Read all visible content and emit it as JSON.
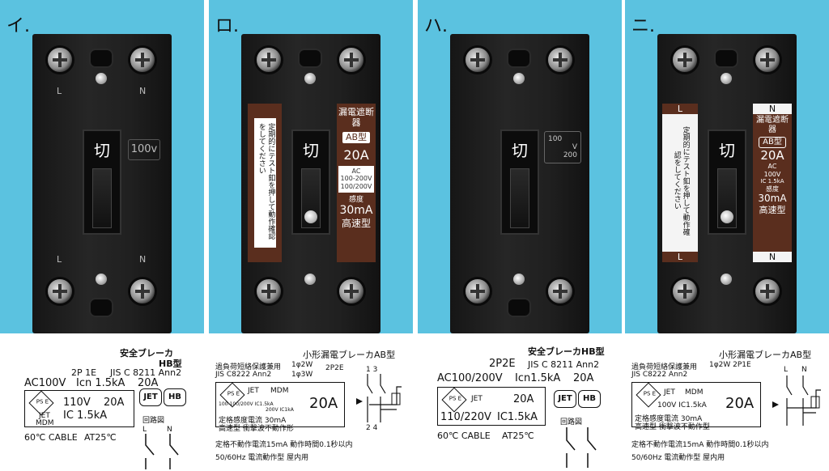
{
  "panels": [
    {
      "letter": "イ.",
      "breaker": {
        "label_top_left": "L",
        "label_top_right": "N",
        "label_bot_left": "L",
        "label_bot_right": "N",
        "switch_text": "切",
        "voltage_box": "100v"
      },
      "spec": {
        "title1": "安全ブレーカ",
        "title2": "HB型",
        "model": "2P 1E",
        "jis": "JIS C 8211 Ann2",
        "ac": "AC100V",
        "icn": "Icn 1.5kA",
        "amp": "20A",
        "box_v": "110V",
        "box_a": "20A",
        "box_ic": "IC 1.5kA",
        "jet": "JET",
        "mdm": "MDM",
        "jet2": "JET",
        "hb": "HB",
        "circuit_label": "回路図",
        "cable": "60℃ CABLE",
        "at": "AT25℃",
        "L": "L",
        "N": "N"
      }
    },
    {
      "letter": "ロ.",
      "breaker": {
        "switch_text": "切",
        "vertical_note": "定期的にテスト釦を押して動作確認をしてください",
        "label_title": "漏電遮断器",
        "label_type": "AB型",
        "label_amp": "20A",
        "label_ac": "AC",
        "label_v1": "100-200V",
        "label_v2": "100/200V",
        "label_sens": "感度",
        "label_ma": "30mA",
        "label_speed": "高速型"
      },
      "spec": {
        "title": "小形漏電ブレーカAB型",
        "line1a": "過負荷短絡保護兼用",
        "line1b": "1φ2W",
        "line1c": "2P2E",
        "line2a": "JIS C8222 Ann2",
        "line2b": "1φ3W",
        "jet": "JET",
        "mdm": "MDM",
        "rating": "100-100/200V IC1.5kA",
        "rating2": "200V IC1kA",
        "amp": "20A",
        "sens": "定格感度電流 30mA",
        "speed": "高速型 衝撃波不動作形",
        "terminals": "1 3",
        "terminals2": "2 4",
        "foot1": "定格不動作電流15mA 動作時間0.1秒以内",
        "foot2": "50/60Hz 電流動作型 屋内用"
      }
    },
    {
      "letter": "ハ.",
      "breaker": {
        "switch_text": "切",
        "v_top": "100",
        "v_unit": "V",
        "v_bot": "200"
      },
      "spec": {
        "title": "安全ブレーカHB型",
        "model": "2P2E",
        "jis": "JIS C 8211 Ann2",
        "ac": "AC100/200V",
        "icn": "Icn1.5kA",
        "amp": "20A",
        "jet": "JET",
        "box_a": "20A",
        "box_v": "110/220V",
        "box_ic": "IC1.5kA",
        "hb": "HB",
        "circuit_label": "回路図",
        "cable": "60℃ CABLE",
        "at": "AT25℃"
      }
    },
    {
      "letter": "ニ.",
      "breaker": {
        "switch_text": "切",
        "left_top": "L",
        "left_bot": "L",
        "vertical_note": "定期的にテスト釦を押して動作確認をしてください",
        "right_top": "N",
        "label_title": "漏電遮断器",
        "label_type": "AB型",
        "label_amp": "20A",
        "label_ac": "AC",
        "label_v": "100V",
        "label_ic": "IC 1.5kA",
        "label_sens": "感度",
        "label_ma": "30mA",
        "label_speed": "高速型",
        "right_bot": "N"
      },
      "spec": {
        "title": "小形漏電ブレーカAB型",
        "line1a": "過負荷短絡保護兼用",
        "line1b": "1φ2W 2P1E",
        "line2a": "JIS C8222 Ann2",
        "jet": "JET",
        "mdm": "MDM",
        "rating": "100V IC1.5kA",
        "amp": "20A",
        "sens": "定格感度電流 30mA",
        "speed": "高速型 衝撃波不動作型",
        "L": "L",
        "N": "N",
        "foot1": "定格不動作電流15mA 動作時間0.1秒以内",
        "foot2": "50/60Hz 電流動作型 屋内用"
      }
    }
  ]
}
